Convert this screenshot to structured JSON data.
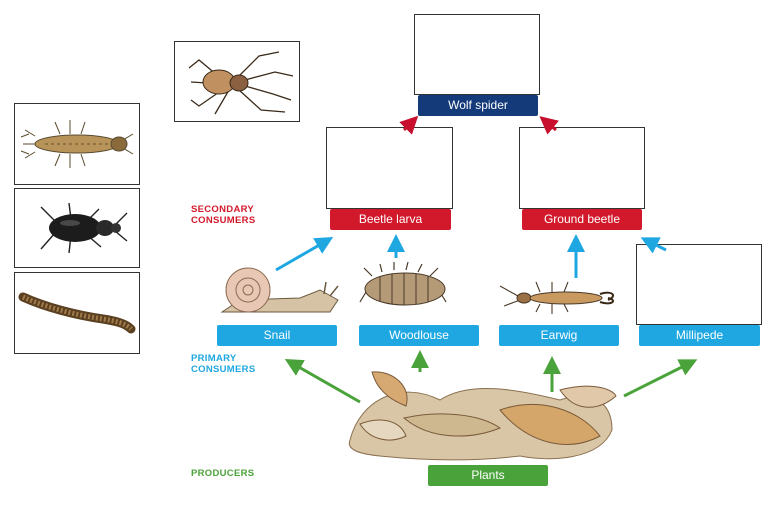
{
  "levels": {
    "secondary": [
      "SECONDARY",
      "CONSUMERS"
    ],
    "primary": [
      "PRIMARY",
      "CONSUMERS"
    ],
    "producers": "PRODUCERS"
  },
  "nodes": {
    "wolf_spider": "Wolf spider",
    "beetle_larva": "Beetle larva",
    "ground_beetle": "Ground beetle",
    "snail": "Snail",
    "woodlouse": "Woodlouse",
    "earwig": "Earwig",
    "millipede": "Millipede",
    "plants": "Plants"
  },
  "colors": {
    "tertiary": "#143a7a",
    "secondary": "#d2192b",
    "primary": "#1ea7e1",
    "producers": "#4aa33a",
    "arrow_red": "#c8102e",
    "arrow_blue": "#1ea7e1",
    "arrow_green": "#4aa33a"
  },
  "icons": [
    "spider-image",
    "beetle-larva-image",
    "ground-beetle-image",
    "millipede-image",
    "snail-image",
    "woodlouse-image",
    "earwig-image",
    "leaves-image"
  ]
}
